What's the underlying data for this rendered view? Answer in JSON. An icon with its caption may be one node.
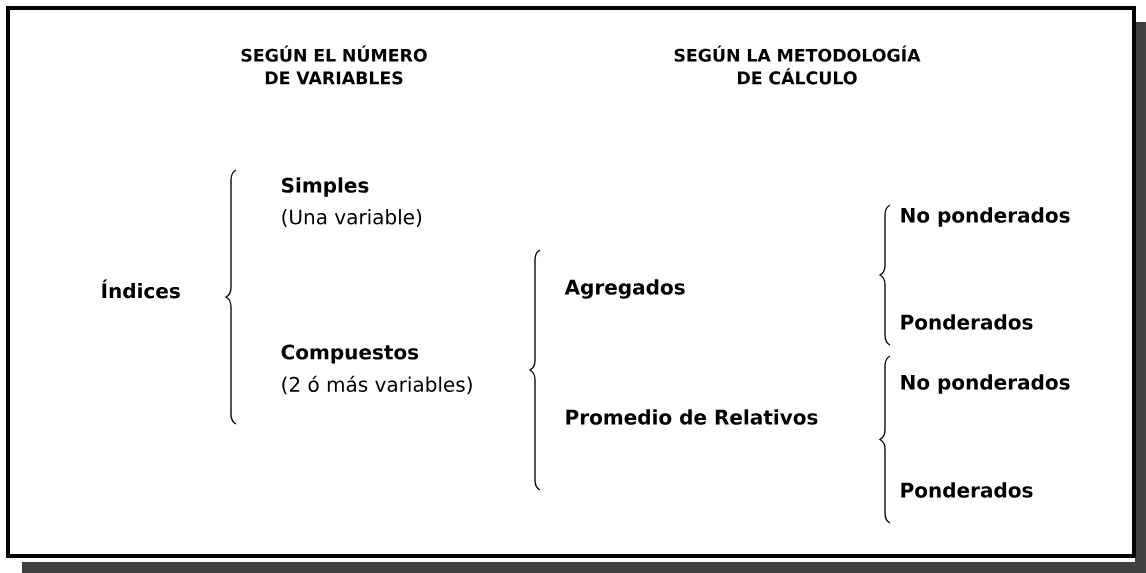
{
  "diagram": {
    "labels": [
      "SEGÚN EL NÚMERO DE VARIABLES",
      "SEGÚN LA METODOLOGÍA DE CÁLCULO",
      "Simples",
      "(Una variable)",
      "No ponderados",
      "Índices",
      "Agregados",
      "Ponderados",
      "Compuestos",
      "(2 ó más variables)",
      "No ponderados",
      "Promedio de Relativos",
      "Ponderados"
    ]
  }
}
